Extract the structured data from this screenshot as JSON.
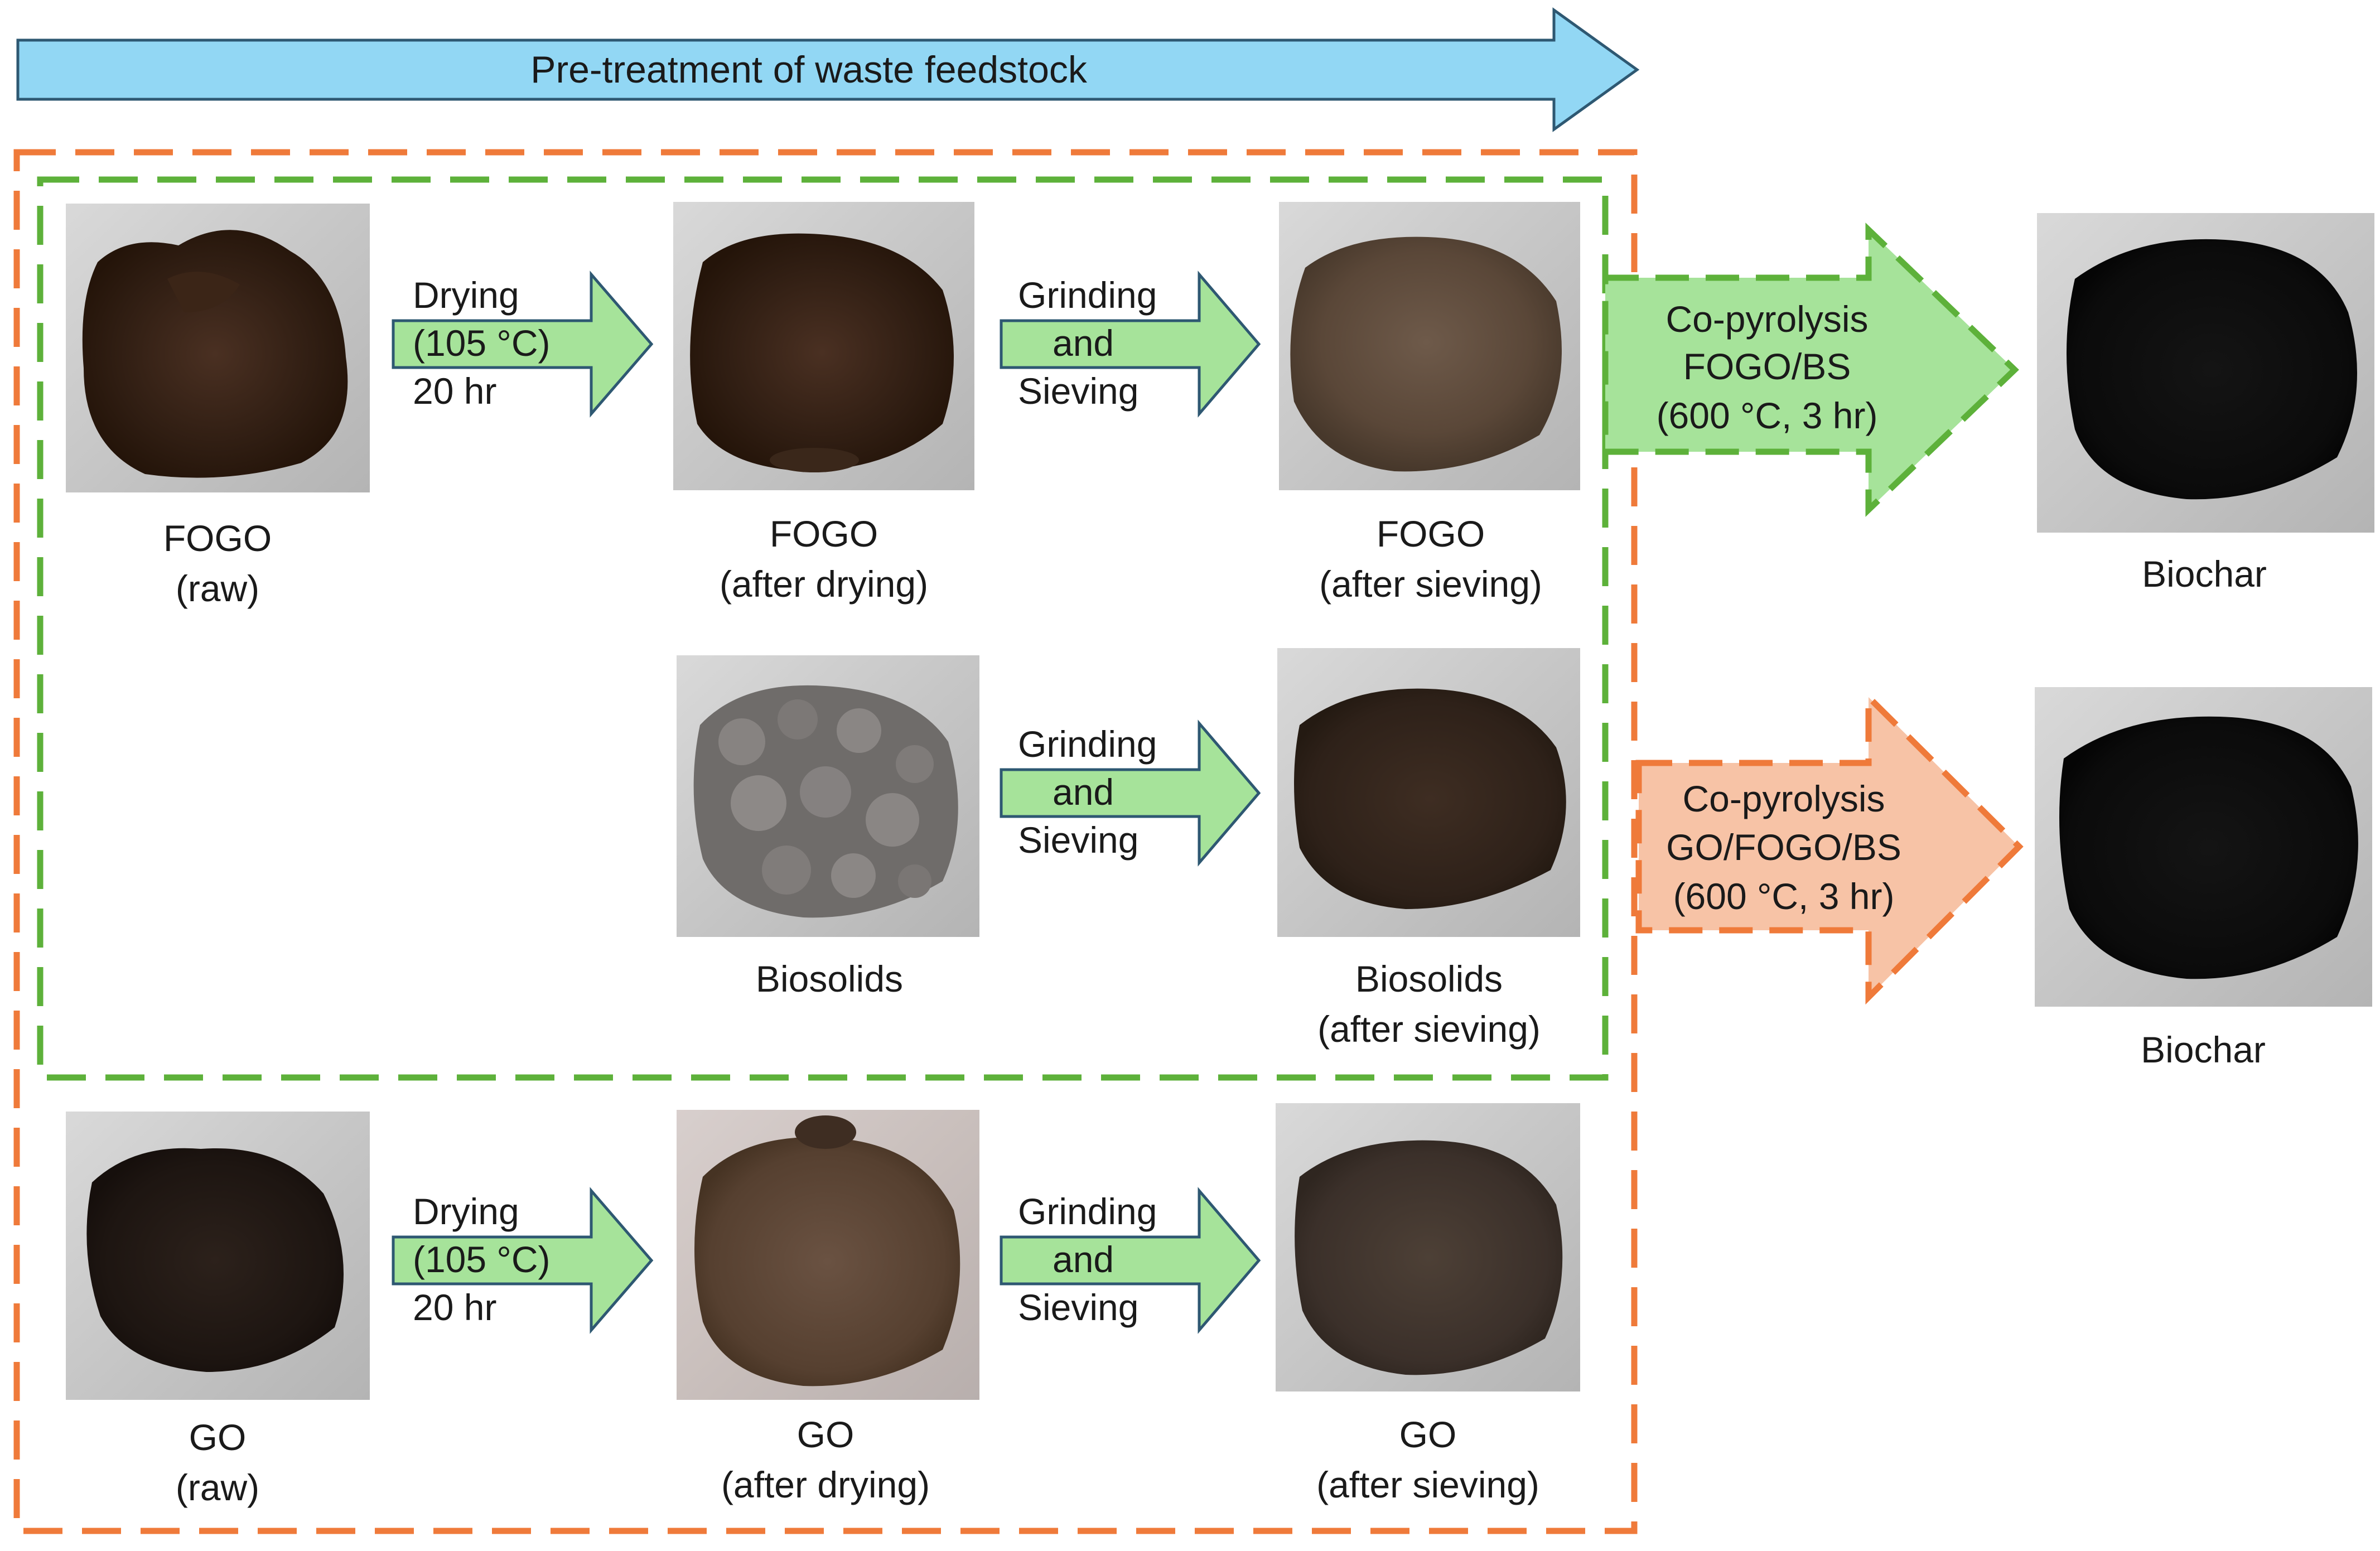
{
  "banner": {
    "label": "Pre-treatment of waste feedstock",
    "color": "#92d7f4"
  },
  "colors": {
    "fogo_bs_box": "#5db13a",
    "go_box": "#ef7a3a",
    "green_arrow_fill": "#a6e39a",
    "orange_arrow_fill": "#f7c3a6",
    "arrow_stroke": "#2e5872"
  },
  "rows": {
    "fogo": {
      "raw": {
        "name": "FOGO",
        "state": "(raw)",
        "photo": "fogo-raw-soil"
      },
      "step1": {
        "line1": "Drying",
        "line2": "(105 °C)",
        "line3": "20 hr"
      },
      "dried": {
        "name": "FOGO",
        "state": "(after drying)",
        "photo": "fogo-dried-soil"
      },
      "step2": {
        "line1": "Grinding",
        "line2": "and",
        "line3": "Sieving"
      },
      "sieved": {
        "name": "FOGO",
        "state": "(after sieving)",
        "photo": "fogo-sieved-powder"
      }
    },
    "biosolids": {
      "raw": {
        "name": "Biosolids",
        "photo": "biosolids-pellets"
      },
      "step": {
        "line1": "Grinding",
        "line2": "and",
        "line3": "Sieving"
      },
      "sieved": {
        "name": "Biosolids",
        "state": "(after sieving)",
        "photo": "biosolids-sieved-powder"
      }
    },
    "go": {
      "raw": {
        "name": "GO",
        "state": "(raw)",
        "photo": "go-raw-soil"
      },
      "step1": {
        "line1": "Drying",
        "line2": "(105 °C)",
        "line3": "20 hr"
      },
      "dried": {
        "name": "GO",
        "state": "(after drying)",
        "photo": "go-dried-soil"
      },
      "step2": {
        "line1": "Grinding",
        "line2": "and",
        "line3": "Sieving"
      },
      "sieved": {
        "name": "GO",
        "state": "(after sieving)",
        "photo": "go-sieved-powder"
      }
    }
  },
  "pyrolysis": {
    "fogo_bs": {
      "line1": "Co-pyrolysis",
      "line2": "FOGO/BS",
      "line3": "(600 °C,  3 hr)"
    },
    "go_fogo_bs": {
      "line1": "Co-pyrolysis",
      "line2": "GO/FOGO/BS",
      "line3": "(600 °C,  3 hr)"
    }
  },
  "outputs": {
    "biochar_top": {
      "name": "Biochar",
      "photo": "biochar-black-powder"
    },
    "biochar_bottom": {
      "name": "Biochar",
      "photo": "biochar-black-powder"
    }
  }
}
